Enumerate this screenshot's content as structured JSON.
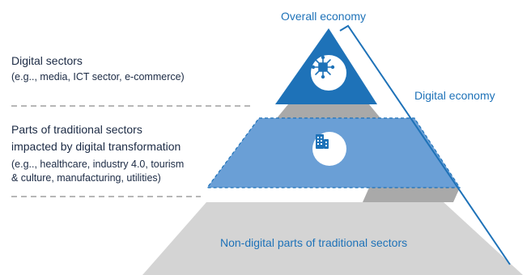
{
  "labels": {
    "overall_economy": "Overall economy",
    "digital_economy": "Digital economy",
    "non_digital": "Non-digital parts of traditional sectors"
  },
  "left_text": {
    "digital_sectors_title": "Digital sectors",
    "digital_sectors_sub": "(e.g.., media, ICT sector, e-commerce)",
    "traditional_line1": "Parts of traditional sectors",
    "traditional_line2": "impacted by digital transformation",
    "traditional_line3": "(e.g.., healthcare, industry 4.0, tourism",
    "traditional_line4": "& culture, manufacturing, utilities)"
  },
  "icons": {
    "top": "network-chip-icon",
    "middle": "building-icon"
  },
  "colors": {
    "accent_blue": "#1e72b8",
    "mid_blue": "#6a9fd6",
    "grey": "#d4d4d4",
    "text_dark": "#1b2a44"
  }
}
